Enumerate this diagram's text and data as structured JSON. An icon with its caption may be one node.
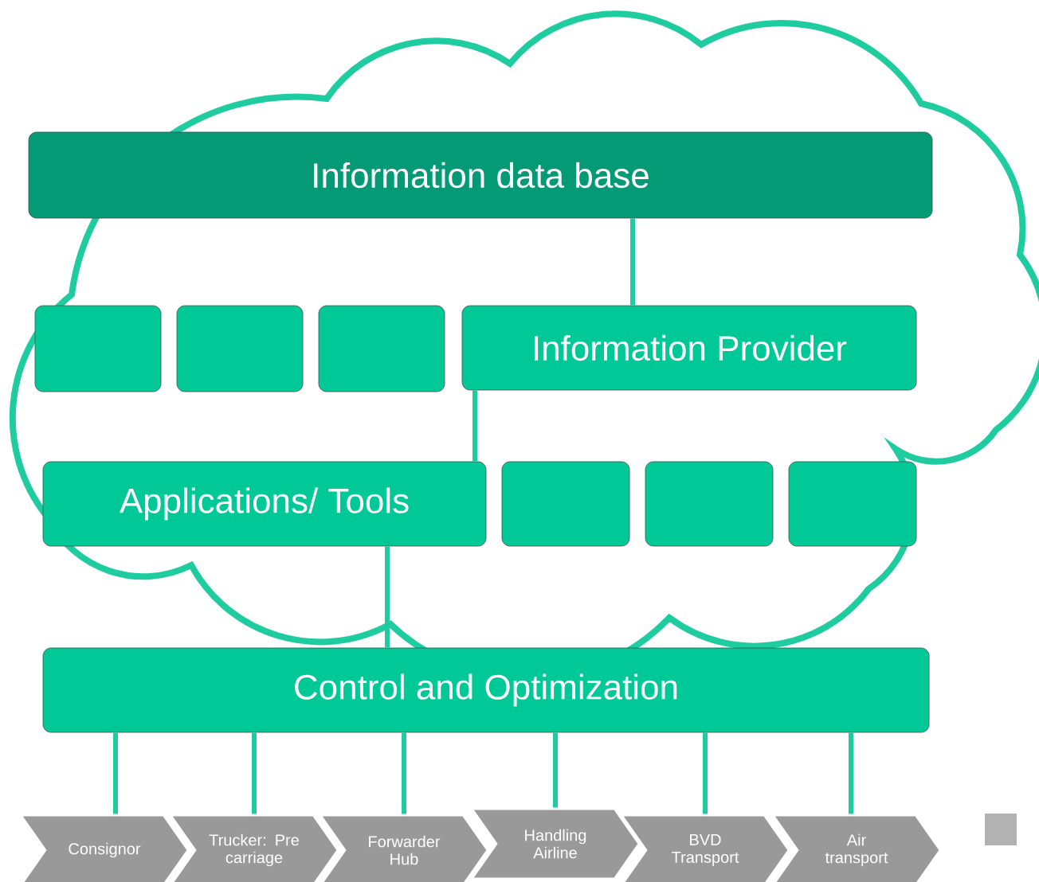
{
  "diagram": {
    "nodes": [
      {
        "text": [
          "Information data base"
        ]
      },
      {
        "text": [],
        "shape": "box"
      },
      {
        "text": [],
        "shape": "box"
      },
      {
        "text": [],
        "shape": "box"
      },
      {
        "text": [
          "Information Provider"
        ]
      },
      {
        "text": [
          "Applications/ Tools"
        ]
      },
      {
        "text": [],
        "shape": "box"
      },
      {
        "text": [],
        "shape": "box"
      },
      {
        "text": [],
        "shape": "box"
      },
      {
        "text": [
          "Control and Optimization"
        ]
      },
      {
        "text": [
          "Consignor"
        ]
      },
      {
        "text": [
          "Trucker: Pre carriage"
        ]
      },
      {
        "text": [
          "Forwarder Hub"
        ]
      },
      {
        "text": [
          "Handling Airline"
        ]
      },
      {
        "text": [
          "BVD Transport"
        ]
      },
      {
        "text": [
          "Air transport"
        ]
      }
    ],
    "edges": [
      {
        "from": 0,
        "to": 4,
        "arrow": "none"
      },
      {
        "from": 4,
        "to": 5,
        "arrow": "none"
      },
      {
        "from": 5,
        "to": 9,
        "arrow": "none"
      },
      {
        "from": 9,
        "to": 10,
        "arrow": "none"
      },
      {
        "from": 9,
        "to": 11,
        "arrow": "none"
      },
      {
        "from": 9,
        "to": 12,
        "arrow": "none"
      },
      {
        "from": 9,
        "to": 13,
        "arrow": "none"
      },
      {
        "from": 9,
        "to": 14,
        "arrow": "none"
      },
      {
        "from": 9,
        "to": 15,
        "arrow": "none"
      }
    ]
  }
}
